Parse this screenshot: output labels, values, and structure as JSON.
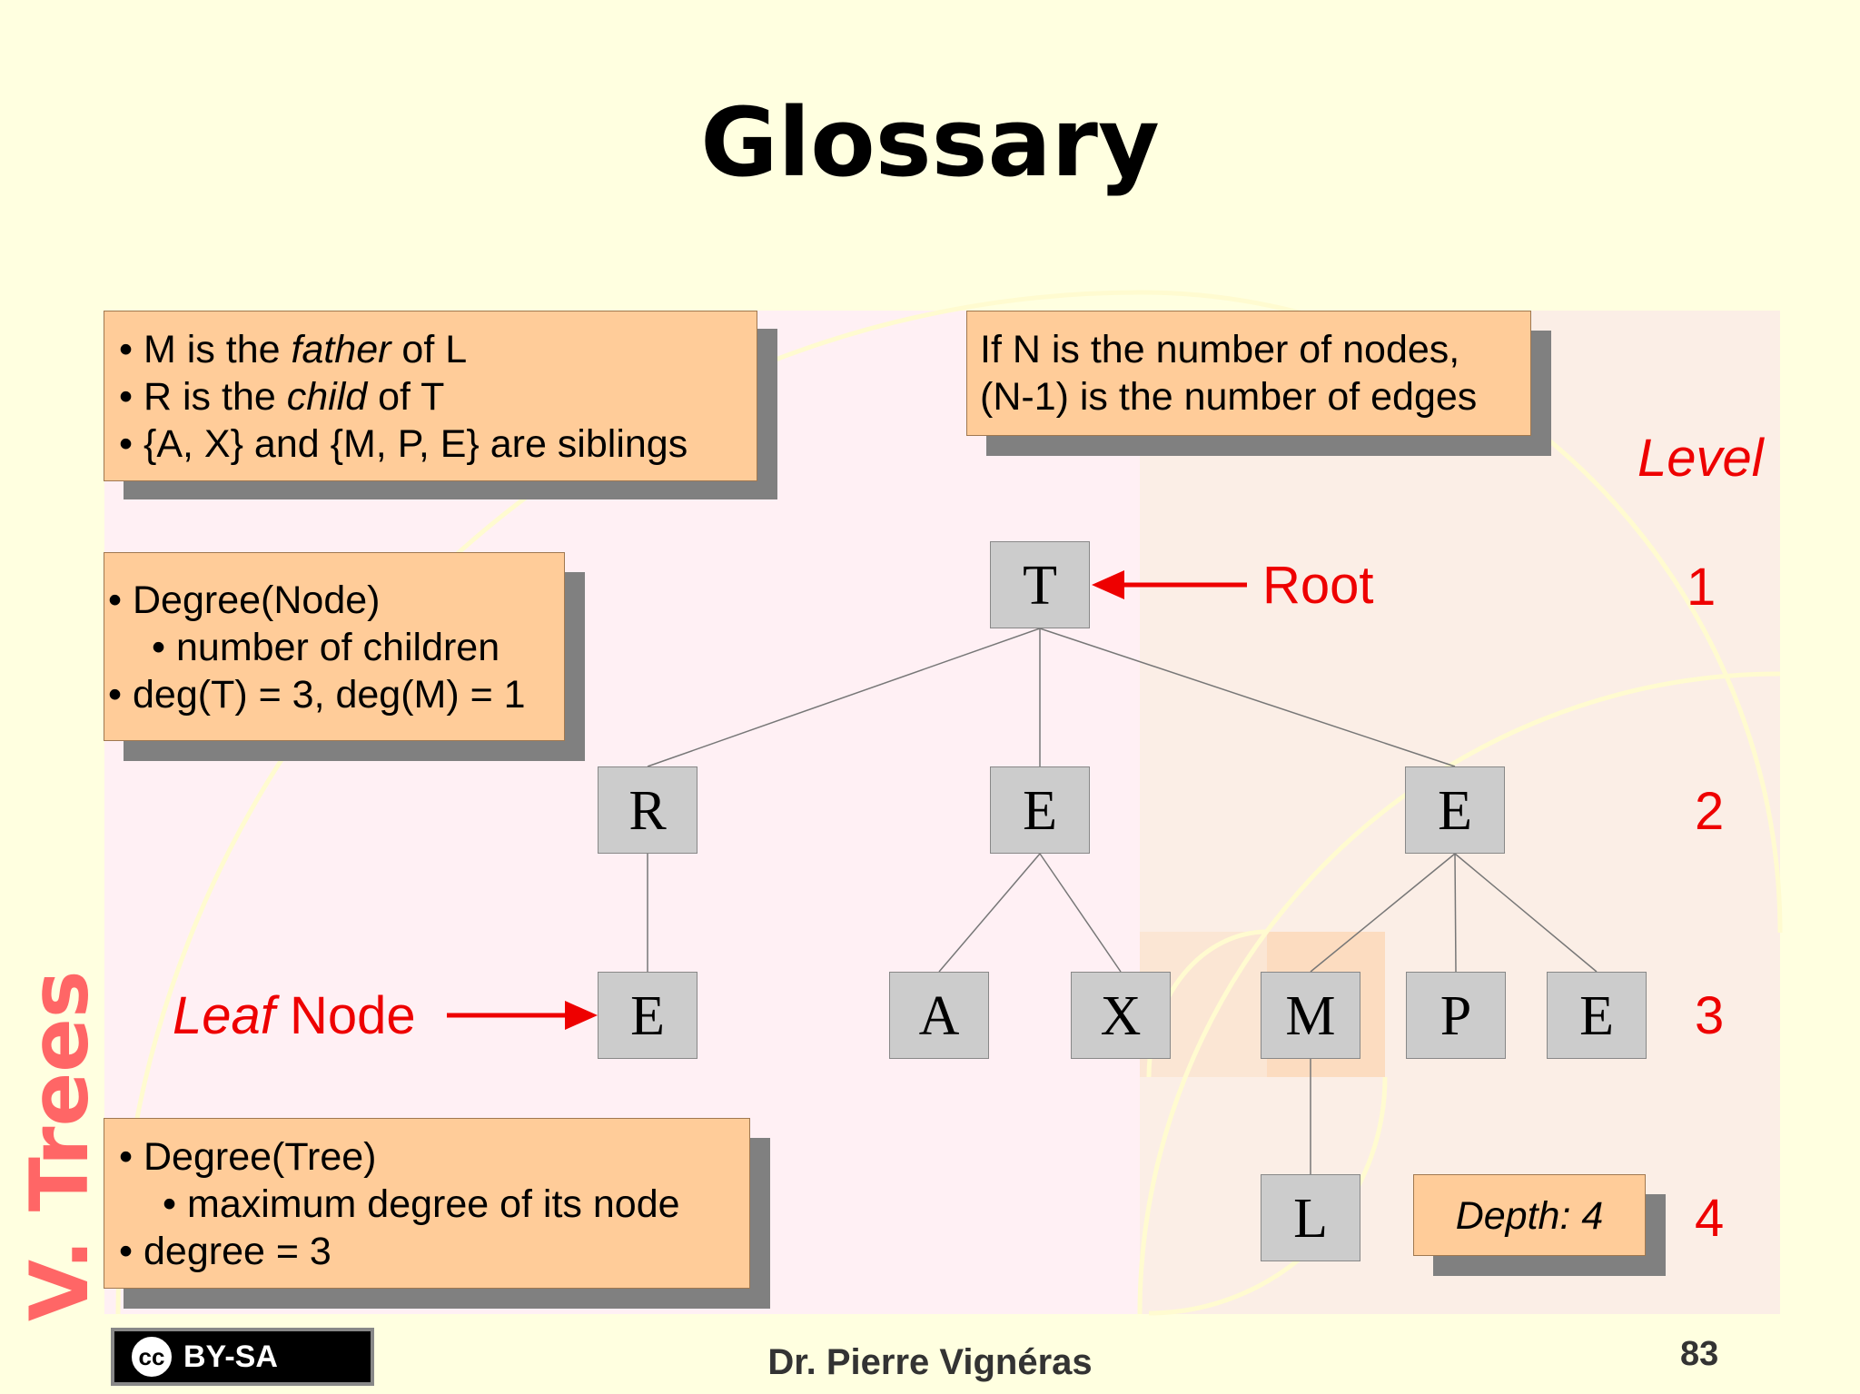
{
  "title": "Glossary",
  "side_title": "V. Trees",
  "box_relations": {
    "line1_a": "• M is the ",
    "line1_em": "father",
    "line1_b": " of L",
    "line2_a": "• R is the ",
    "line2_em": "child",
    "line2_b": " of T",
    "line3": "• {A, X} and {M, P, E} are siblings"
  },
  "box_edges": {
    "line1": "If N is the number of nodes,",
    "line2": "(N-1) is the number of edges"
  },
  "box_degree_node": {
    "line1": "• Degree(Node)",
    "line2": "•  number of children",
    "line3": "• deg(T) = 3, deg(M) = 1"
  },
  "box_degree_tree": {
    "line1": "• Degree(Tree)",
    "line2": "•  maximum degree of its node",
    "line3": "• degree = 3"
  },
  "depth_box": "Depth: 4",
  "labels": {
    "level": "Level",
    "root": "Root",
    "leaf_em": "Leaf",
    "leaf_rest": " Node"
  },
  "levels": [
    "1",
    "2",
    "3",
    "4"
  ],
  "tree": {
    "nodes": [
      {
        "id": "t",
        "label": "T"
      },
      {
        "id": "r",
        "label": "R"
      },
      {
        "id": "e1",
        "label": "E"
      },
      {
        "id": "e2",
        "label": "E"
      },
      {
        "id": "e3",
        "label": "E"
      },
      {
        "id": "a",
        "label": "A"
      },
      {
        "id": "x",
        "label": "X"
      },
      {
        "id": "m",
        "label": "M"
      },
      {
        "id": "p",
        "label": "P"
      },
      {
        "id": "e4",
        "label": "E"
      },
      {
        "id": "l",
        "label": "L"
      }
    ],
    "edges": [
      [
        "t",
        "r"
      ],
      [
        "t",
        "e1"
      ],
      [
        "t",
        "e2"
      ],
      [
        "r",
        "e3"
      ],
      [
        "e1",
        "a"
      ],
      [
        "e1",
        "x"
      ],
      [
        "e2",
        "m"
      ],
      [
        "e2",
        "p"
      ],
      [
        "e2",
        "e4"
      ],
      [
        "m",
        "l"
      ]
    ]
  },
  "footer": {
    "author": "Dr. Pierre Vignéras",
    "page": "83",
    "license": "BY-SA",
    "cc": "cc"
  },
  "colors": {
    "accent_red": "#ee0000",
    "box_fill": "#ffcc99",
    "node_fill": "#cccccc",
    "background": "#ffffe0"
  }
}
